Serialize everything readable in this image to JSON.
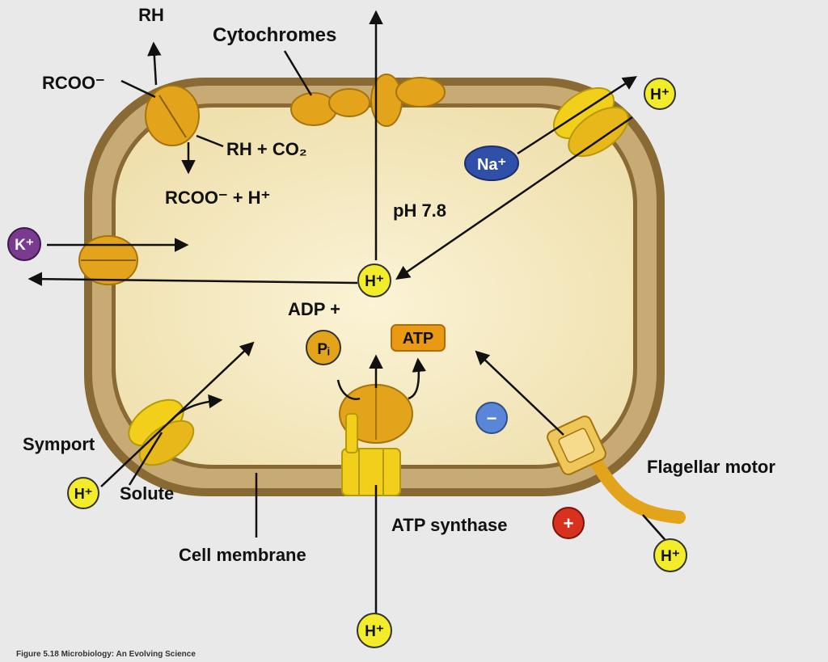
{
  "figure": {
    "caption": "Figure 5.18 Microbiology: An Evolving Science"
  },
  "labels": {
    "rh": "RH",
    "rcoo": "RCOO⁻",
    "cytochromes": "Cytochromes",
    "rh_co2": "RH + CO₂",
    "rcoo_h": "RCOO⁻ + H⁺",
    "ph": "pH 7.8",
    "adp": "ADP +",
    "atp": "ATP",
    "symport": "Symport",
    "solute": "Solute",
    "cell_membrane": "Cell membrane",
    "atp_synthase": "ATP synthase",
    "flagellar_motor": "Flagellar motor"
  },
  "ions": {
    "h": "H⁺",
    "na": "Na⁺",
    "k": "K⁺",
    "pi": "Pᵢ",
    "minus": "−",
    "plus": "+"
  },
  "colors": {
    "background": "#e9e9ea",
    "membrane_outer": "#8a6a34",
    "membrane_band": "#c7aa74",
    "cytoplasm": "#f4e8bd",
    "protein_orange": "#e3a41c",
    "protein_yellow": "#f2cf1b",
    "h_ion": "#f2ec2a",
    "na_ion": "#2f4fa8",
    "k_ion": "#7a3a90",
    "negative_charge": "#5b86d8",
    "positive_charge": "#d8321f"
  }
}
